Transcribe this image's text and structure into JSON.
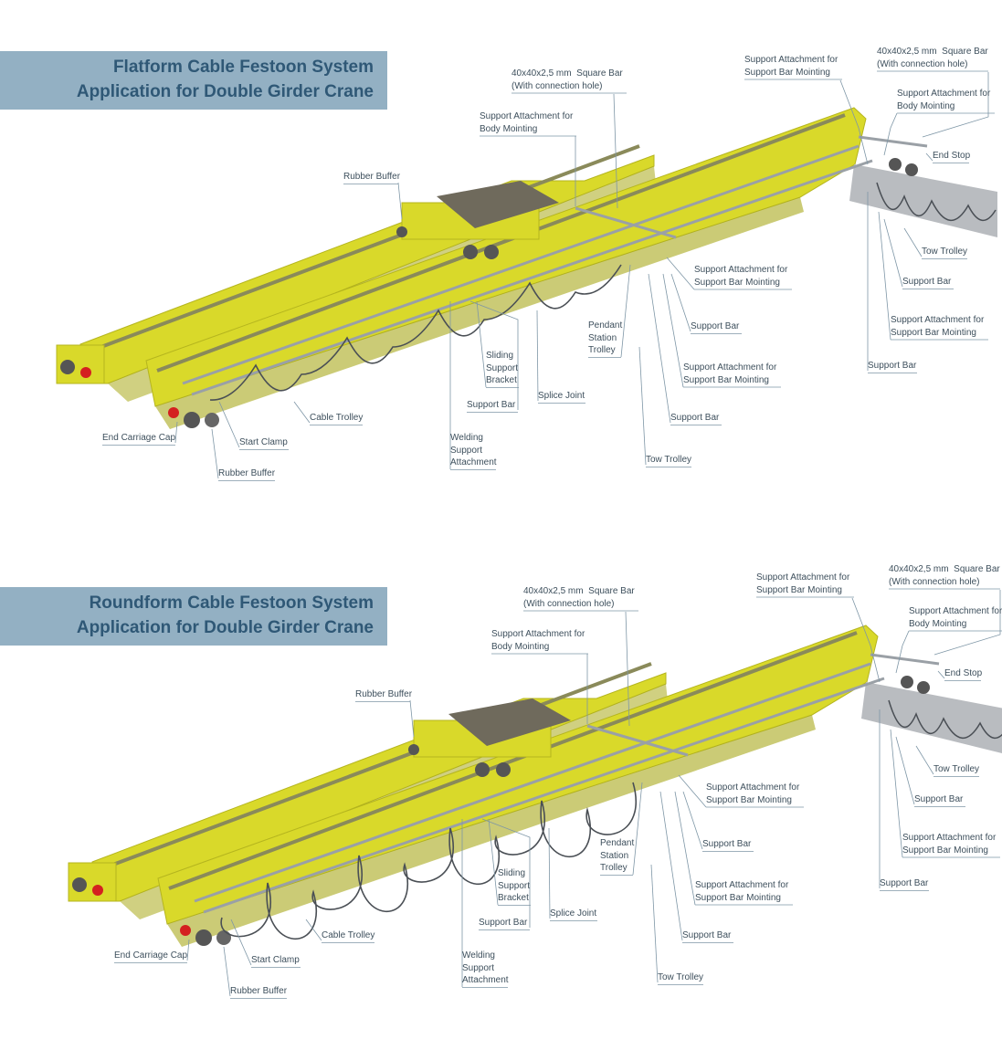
{
  "diagrams": [
    {
      "title_line1": "Flatform Cable Festoon System",
      "title_line2": "Application for Double Girder Crane",
      "labels": {
        "square_bar_center": "40x40x2,5 mm  Square Bar\n(With connection hole)",
        "square_bar_right": "40x40x2,5 mm  Square Bar\n(With connection hole)",
        "support_attachment_top_right": "Support Attachment for\nSupport Bar Mointing",
        "body_mounting_center": "Support Attachment for\nBody Mointing",
        "body_mounting_right": "Support Attachment for\nBody Mointing",
        "end_stop": "End Stop",
        "rubber_buffer_top": "Rubber Buffer",
        "tow_trolley_right": "Tow Trolley",
        "support_bar_right": "Support Bar",
        "support_attachment_right": "Support Attachment for\nSupport Bar Mointing",
        "support_bar_far_right": "Support Bar",
        "support_attachment_mid": "Support Attachment for\nSupport Bar Mointing",
        "support_bar_mid": "Support Bar",
        "support_attachment_lower": "Support Attachment for\nSupport Bar Mointing",
        "pendant_station_trolley": "Pendant\nStation\nTrolley",
        "sliding_support_bracket": "Sliding\nSupport\nBracket",
        "splice_joint": "Splice Joint",
        "support_bar_center": "Support Bar",
        "support_bar_lower": "Support Bar",
        "cable_trolley": "Cable Trolley",
        "end_carriage_cap": "End Carriage Cap",
        "start_clamp": "Start Clamp",
        "welding_support_attachment": "Welding\nSupport\nAttachment",
        "rubber_buffer_bottom": "Rubber Buffer",
        "tow_trolley_bottom": "Tow Trolley"
      }
    },
    {
      "title_line1": "Roundform Cable Festoon System",
      "title_line2": "Application for Double Girder Crane",
      "labels": {
        "square_bar_center": "40x40x2,5 mm  Square Bar\n(With connection hole)",
        "square_bar_right": "40x40x2,5 mm  Square Bar\n(With connection hole)",
        "support_attachment_top_right": "Support Attachment for\nSupport Bar Mointing",
        "body_mounting_center": "Support Attachment for\nBody Mointing",
        "body_mounting_right": "Support Attachment for\nBody Mointing",
        "end_stop": "End Stop",
        "rubber_buffer_top": "Rubber Buffer",
        "tow_trolley_right": "Tow Trolley",
        "support_bar_right": "Support Bar",
        "support_attachment_right": "Support Attachment for\nSupport Bar Mointing",
        "support_bar_far_right": "Support Bar",
        "support_attachment_mid": "Support Attachment for\nSupport Bar Mointing",
        "support_bar_mid": "Support Bar",
        "support_attachment_lower": "Support Attachment for\nSupport Bar Mointing",
        "pendant_station_trolley": "Pendant\nStation\nTrolley",
        "sliding_support_bracket": "Sliding\nSupport\nBracket",
        "splice_joint": "Splice Joint",
        "support_bar_center": "Support Bar",
        "support_bar_lower": "Support Bar",
        "cable_trolley": "Cable Trolley",
        "end_carriage_cap": "End Carriage Cap",
        "start_clamp": "Start Clamp",
        "welding_support_attachment": "Welding\nSupport\nAttachment",
        "rubber_buffer_bottom": "Rubber Buffer",
        "tow_trolley_bottom": "Tow Trolley"
      }
    }
  ],
  "colors": {
    "girder": "#d9d92a",
    "girder_shade": "#a9a91a",
    "rail": "#8a8a5a",
    "hoist": "#6f6a5c",
    "cable": "#4a4f55",
    "banner": "#93b0c3",
    "banner_text": "#2f5876",
    "label_text": "#3d4f5c",
    "leader": "#7e96a6"
  }
}
